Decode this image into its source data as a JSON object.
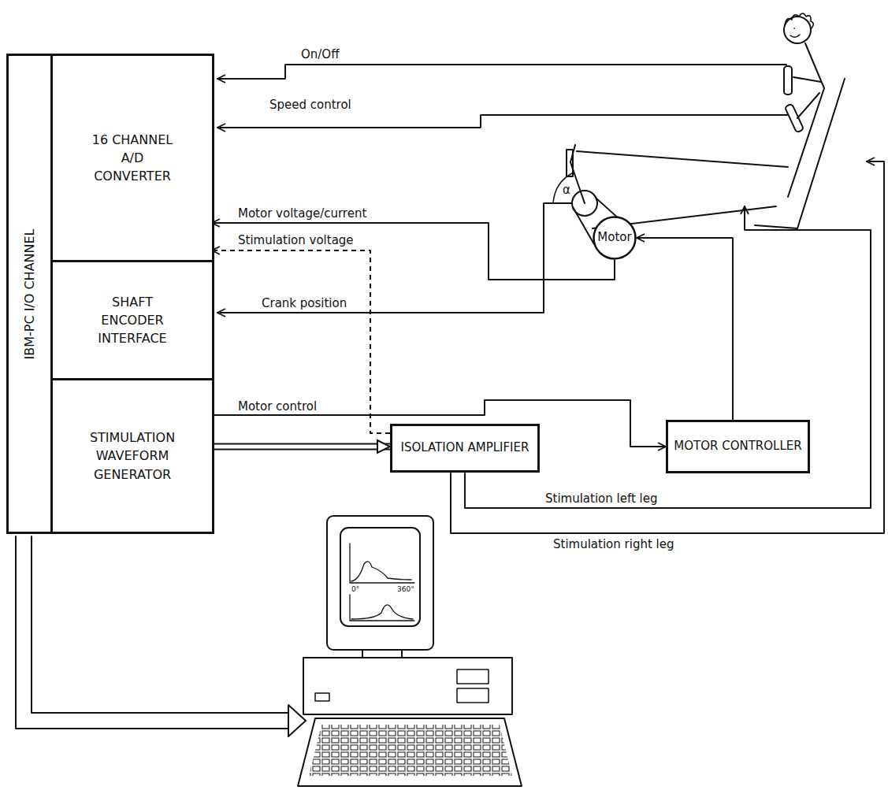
{
  "diagram": {
    "nodes": [
      {
        "text": [
          "IBM-PC I/O CHANNEL"
        ]
      },
      {
        "text": [
          "16 CHANNEL A/D CONVERTER"
        ],
        "in": 0
      },
      {
        "text": [
          "SHAFT ENCODER INTERFACE"
        ],
        "in": 0
      },
      {
        "text": [
          "STIMULATION WAVEFORM GENERATOR"
        ],
        "in": 0
      },
      {
        "text": [
          "ISOLATION AMPLIFIER"
        ]
      },
      {
        "text": [
          "MOTOR CONTROLLER"
        ]
      },
      {
        "text": [
          "Motor"
        ]
      }
    ],
    "edges": [
      {
        "from": 6,
        "to": 1,
        "label": "Motor voltage/current",
        "arrow": "to"
      },
      {
        "from": 4,
        "to": 1,
        "label": "Stimulation voltage",
        "arrow": "to"
      },
      {
        "from": 3,
        "to": 5,
        "label": "Motor control",
        "arrow": "to"
      },
      {
        "from": 3,
        "to": 4,
        "arrow": "to"
      },
      {
        "from": 5,
        "to": 6,
        "arrow": "to"
      }
    ],
    "labels": [
      "On/Off",
      "Speed control",
      "Crank position",
      "Stimulation left leg",
      "Stimulation right leg",
      "α",
      "0°",
      "360°"
    ]
  }
}
